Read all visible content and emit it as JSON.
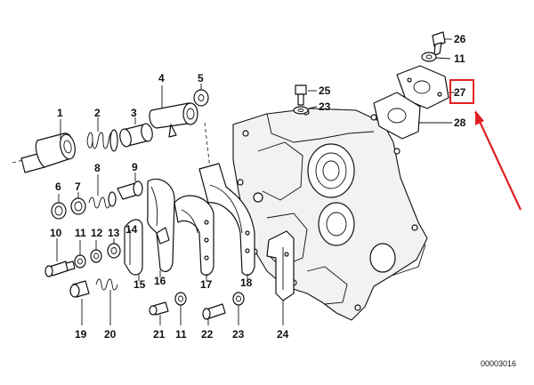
{
  "diagram": {
    "drawing_code": "00003016",
    "callouts": {
      "c1": "1",
      "c2": "2",
      "c3": "3",
      "c4": "4",
      "c5": "5",
      "c6": "6",
      "c7": "7",
      "c8": "8",
      "c9": "9",
      "c10": "10",
      "c11a": "11",
      "c11b": "11",
      "c11c": "11",
      "c12": "12",
      "c13": "13",
      "c14": "14",
      "c15": "15",
      "c16": "16",
      "c17": "17",
      "c18": "18",
      "c19": "19",
      "c20": "20",
      "c21": "21",
      "c22": "22",
      "c23a": "23",
      "c23b": "23",
      "c24": "24",
      "c25": "25",
      "c26": "26",
      "c27": "27",
      "c28": "28"
    },
    "highlight": {
      "callout": "27",
      "color": "#e02020"
    },
    "arrow_color": "#e02020"
  }
}
